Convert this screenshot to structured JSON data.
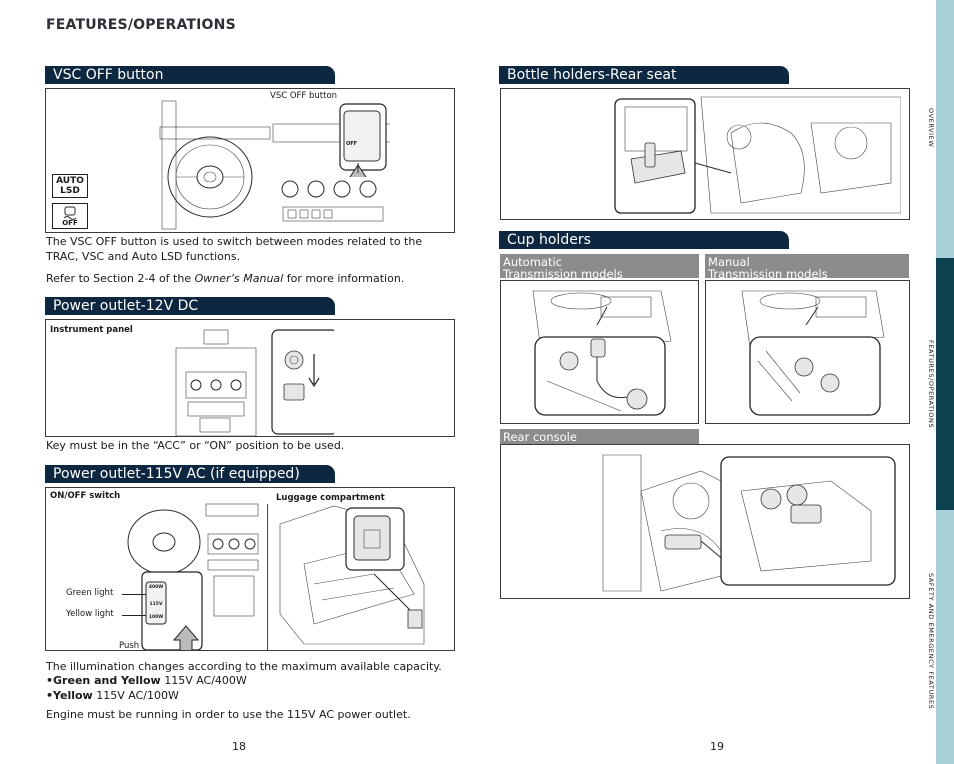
{
  "header": {
    "title": "FEATURES/OPERATIONS"
  },
  "vsc": {
    "title": "VSC OFF button",
    "callout": "VSC OFF button",
    "auto_lsd": "AUTO\nLSD",
    "off_label": "OFF",
    "button_off": "OFF",
    "para1": "The VSC OFF button is used to switch between modes related to the TRAC, VSC and Auto LSD functions.",
    "para2_prefix": "Refer to Section 2-4 of the ",
    "para2_italic": "Owner’s Manual",
    "para2_suffix": " for more information."
  },
  "outlet12": {
    "title": "Power outlet-12V DC",
    "label": "Instrument panel",
    "note": "Key must be in the “ACC” or “ON” position to be used."
  },
  "outlet115": {
    "title": "Power outlet-115V AC (if equipped)",
    "label_switch": "ON/OFF switch",
    "label_luggage": "Luggage compartment",
    "green_light": "Green light",
    "yellow_light": "Yellow light",
    "push": "Push",
    "switch_top": "400W",
    "switch_mid": "115V",
    "switch_bot": "100W",
    "para1": "The illumination changes according to the maximum available capacity.",
    "bullet1_bold": "•Green and Yellow",
    "bullet1_text": " 115V AC/400W",
    "bullet2_bold": "•Yellow",
    "bullet2_text": " 115V AC/100W",
    "para2": "Engine must be running in order to use the 115V AC power outlet."
  },
  "bottle": {
    "title": "Bottle holders-Rear seat"
  },
  "cup": {
    "title": "Cup holders",
    "automatic": "Automatic\nTransmission models",
    "manual": "Manual\nTransmission models",
    "rear_console": "Rear console"
  },
  "pages": {
    "left": "18",
    "right": "19"
  },
  "sidebar": {
    "items": [
      "OVERVIEW",
      "FEATURES/OPERATIONS",
      "SAFETY AND EMERGENCY FEATURES"
    ],
    "active_index": 1,
    "color": "#a9cfd8",
    "active_color": "#0d4250"
  },
  "colors": {
    "banner": "#0d2740",
    "subbanner": "#8c8c8c"
  }
}
